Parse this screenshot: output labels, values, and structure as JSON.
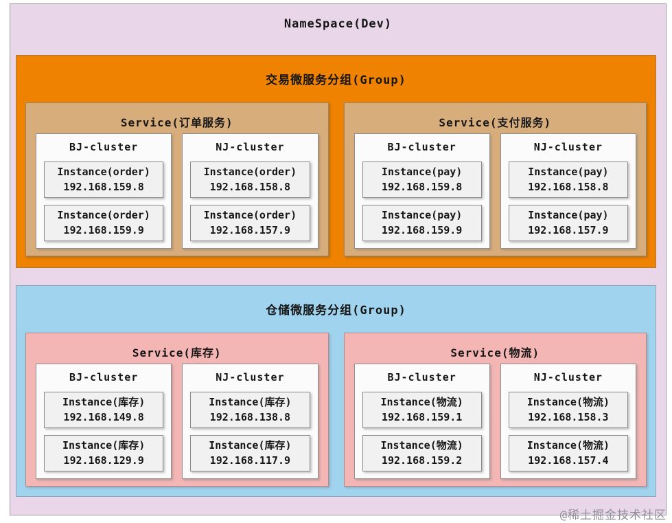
{
  "namespace": {
    "title": "NameSpace(Dev)",
    "groups": [
      {
        "title": "交易微服务分组(Group)",
        "services": [
          {
            "title": "Service(订单服务)",
            "clusters": [
              {
                "title": "BJ-cluster",
                "instances": [
                  {
                    "label": "Instance(order)",
                    "ip": "192.168.159.8"
                  },
                  {
                    "label": "Instance(order)",
                    "ip": "192.168.159.9"
                  }
                ]
              },
              {
                "title": "NJ-cluster",
                "instances": [
                  {
                    "label": "Instance(order)",
                    "ip": "192.168.158.8"
                  },
                  {
                    "label": "Instance(order)",
                    "ip": "192.168.157.9"
                  }
                ]
              }
            ]
          },
          {
            "title": "Service(支付服务)",
            "clusters": [
              {
                "title": "BJ-cluster",
                "instances": [
                  {
                    "label": "Instance(pay)",
                    "ip": "192.168.159.8"
                  },
                  {
                    "label": "Instance(pay)",
                    "ip": "192.168.159.9"
                  }
                ]
              },
              {
                "title": "NJ-cluster",
                "instances": [
                  {
                    "label": "Instance(pay)",
                    "ip": "192.168.158.8"
                  },
                  {
                    "label": "Instance(pay)",
                    "ip": "192.168.157.9"
                  }
                ]
              }
            ]
          }
        ]
      },
      {
        "title": "仓储微服务分组(Group)",
        "services": [
          {
            "title": "Service(库存)",
            "clusters": [
              {
                "title": "BJ-cluster",
                "instances": [
                  {
                    "label": "Instance(库存)",
                    "ip": "192.168.149.8"
                  },
                  {
                    "label": "Instance(库存)",
                    "ip": "192.168.129.9"
                  }
                ]
              },
              {
                "title": "NJ-cluster",
                "instances": [
                  {
                    "label": "Instance(库存)",
                    "ip": "192.168.138.8"
                  },
                  {
                    "label": "Instance(库存)",
                    "ip": "192.168.117.9"
                  }
                ]
              }
            ]
          },
          {
            "title": "Service(物流)",
            "clusters": [
              {
                "title": "BJ-cluster",
                "instances": [
                  {
                    "label": "Instance(物流)",
                    "ip": "192.168.159.1"
                  },
                  {
                    "label": "Instance(物流)",
                    "ip": "192.168.159.2"
                  }
                ]
              },
              {
                "title": "NJ-cluster",
                "instances": [
                  {
                    "label": "Instance(物流)",
                    "ip": "192.168.158.3"
                  },
                  {
                    "label": "Instance(物流)",
                    "ip": "192.168.157.4"
                  }
                ]
              }
            ]
          }
        ]
      }
    ]
  },
  "watermark": "@稀土掘金技术社区",
  "colors": {
    "namespace_bg": "#e9d7e9",
    "trade_group_bg": "#ef8200",
    "trade_service_bg": "#d8ad7c",
    "warehouse_group_bg": "#a0d4ee",
    "warehouse_service_bg": "#f4b6b4",
    "cluster_bg": "#fbfbfb",
    "instance_bg": "#f1f1f1",
    "border_gray": "#8f8f8f",
    "text": "#161616"
  }
}
